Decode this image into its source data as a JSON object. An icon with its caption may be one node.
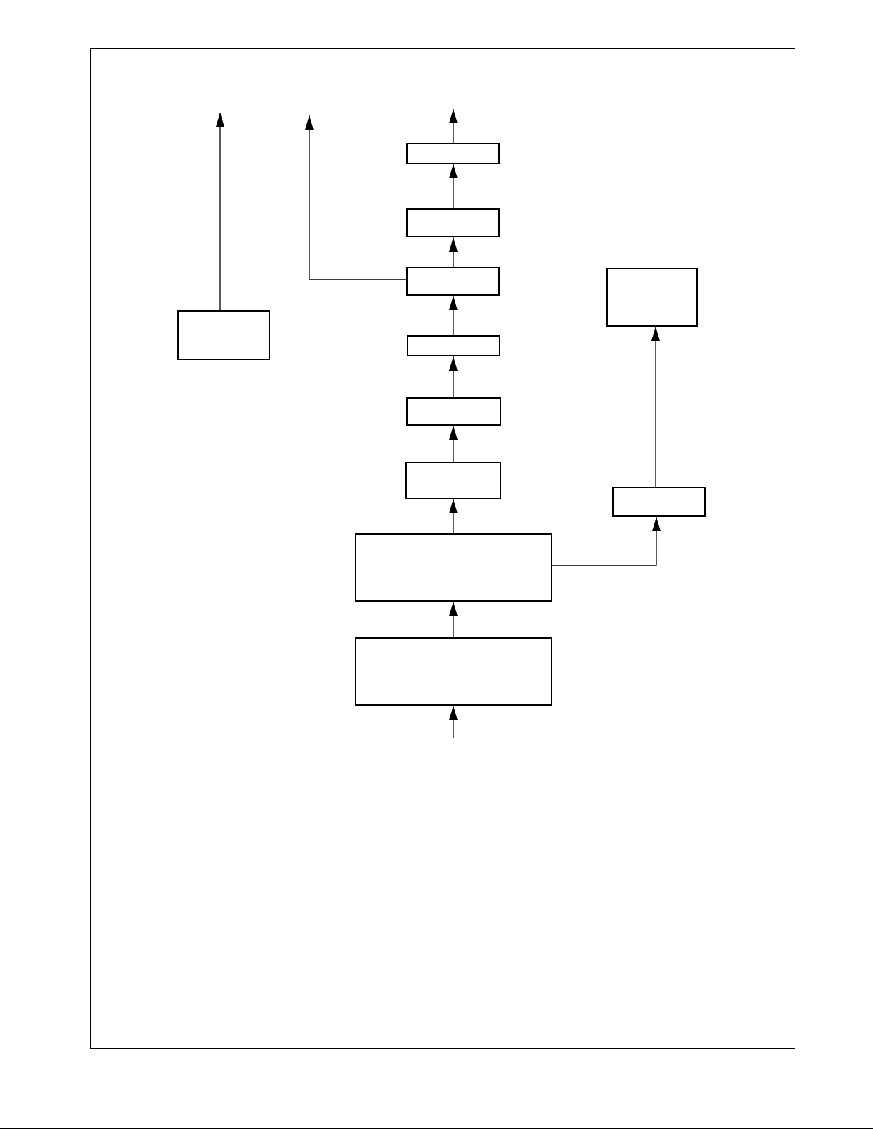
{
  "diagram": {
    "nodes": [
      {
        "text": [],
        "shape": "box"
      },
      {
        "text": [],
        "shape": "box"
      },
      {
        "text": [],
        "shape": "box"
      },
      {
        "text": [],
        "shape": "box"
      },
      {
        "text": [],
        "shape": "box"
      },
      {
        "text": [],
        "shape": "box"
      },
      {
        "text": [],
        "shape": "box"
      },
      {
        "text": [],
        "shape": "box"
      },
      {
        "text": [],
        "shape": "box"
      },
      {
        "text": [],
        "shape": "box"
      },
      {
        "text": [],
        "shape": "box"
      }
    ],
    "edges": [
      {
        "from": 0,
        "to": null,
        "arrow": "to"
      },
      {
        "from": 1,
        "to": 0,
        "arrow": "to"
      },
      {
        "from": 2,
        "to": 1,
        "arrow": "to"
      },
      {
        "from": 2,
        "to": null,
        "arrow": "to"
      },
      {
        "from": 4,
        "to": null,
        "arrow": "to"
      },
      {
        "from": 5,
        "to": 2,
        "arrow": "to"
      },
      {
        "from": 6,
        "to": 5,
        "arrow": "to"
      },
      {
        "from": 7,
        "to": 6,
        "arrow": "to"
      },
      {
        "from": 9,
        "to": 7,
        "arrow": "to"
      },
      {
        "from": 10,
        "to": 9,
        "arrow": "to"
      },
      {
        "from": null,
        "to": 10,
        "arrow": "to"
      },
      {
        "from": 9,
        "to": 8,
        "arrow": "to"
      },
      {
        "from": 8,
        "to": 3,
        "arrow": "to"
      }
    ]
  }
}
